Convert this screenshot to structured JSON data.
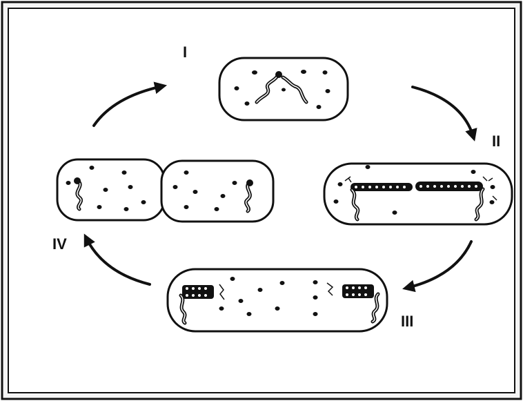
{
  "diagram": {
    "stages": [
      {
        "id": "I",
        "label": "I"
      },
      {
        "id": "II",
        "label": "II"
      },
      {
        "id": "III",
        "label": "III"
      },
      {
        "id": "IV",
        "label": "IV"
      }
    ],
    "colors": {
      "ink": "#111111",
      "background": "#ffffff",
      "frame": "#f4f4f4"
    }
  }
}
